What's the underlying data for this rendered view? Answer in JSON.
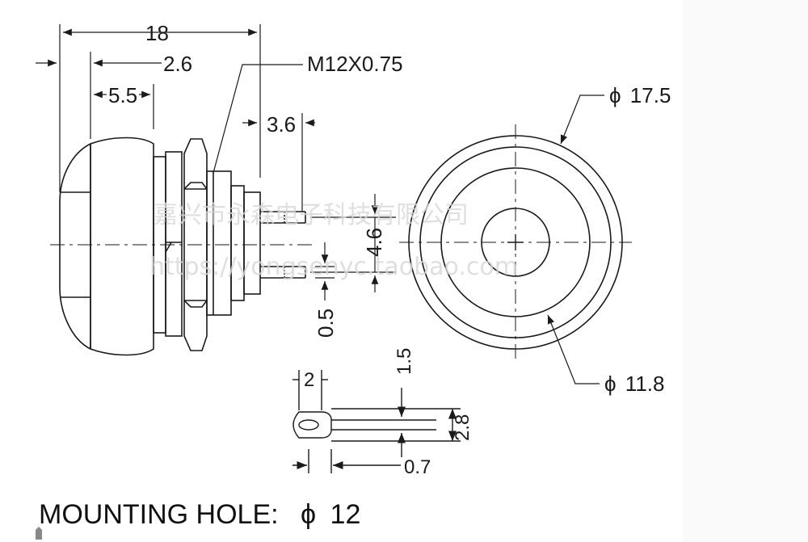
{
  "dimensions": {
    "overall_length": "18",
    "cap_offset": "2.6",
    "cap_length": "5.5",
    "thread": "M12X0.75",
    "terminal_length": "3.6",
    "terminal_spacing": "4.6",
    "terminal_thickness": "0.5",
    "outer_diameter": "17.5",
    "inner_diameter": "11.8",
    "terminal_width": "2",
    "terminal_tip": "1.5",
    "terminal_height": "2.8",
    "terminal_hole": "0.7"
  },
  "phi_symbol": "ϕ",
  "mounting_hole": {
    "label": "MOUNTING HOLE:",
    "value": "12"
  },
  "watermark": {
    "company": "嘉兴市永森电子科技有限公司",
    "url": "https://yongsenyc.taobao.com"
  },
  "colors": {
    "line": "#1a1a1a",
    "watermark": "#d8d8d8",
    "background": "#ffffff"
  }
}
